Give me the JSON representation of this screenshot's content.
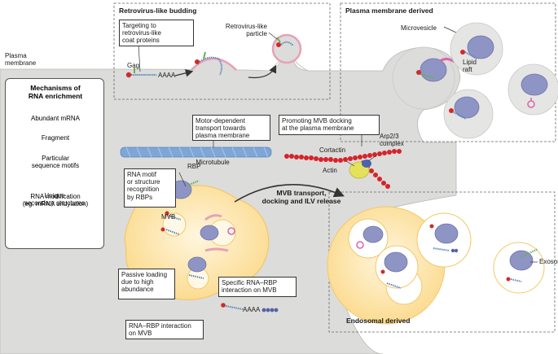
{
  "panels": {
    "retrovirus_budding": "Retrovirus-like budding",
    "plasma_membrane_derived": "Plasma membrane derived",
    "endosomal_derived": "Endosomal derived"
  },
  "labels": {
    "plasma_membrane": "Plasma\nmembrane",
    "targeting": "Targeting to\nretrovirus-like\ncoat proteins",
    "gag": "Gag",
    "retrovirus_particle": "Retrovirus-like\nparticle",
    "microvesicle": "Microvesicle",
    "lipid_raft": "Lipid\nraft",
    "motor_transport": "Motor-dependent\ntransport towards\nplasma membrane",
    "microtubule": "Microtubule",
    "promoting_docking": "Promoting MVB docking\nat the plasma membrane",
    "arp": "Arp2/3\ncomplex",
    "cortactin": "Cortactin",
    "actin": "Actin",
    "rbp": "RBP",
    "rna_motif": "RNA motif\nor structure\nrecognition\nby RBPs",
    "mvb": "MVB",
    "mvb_transport": "MVB transport,\ndocking and ILV release",
    "passive_loading": "Passive loading\ndue to high\nabundance",
    "specific_interaction": "Specific RNA–RBP\ninteraction on MVB",
    "rna_rbp_interaction": "RNA–RBP interaction\non MVB",
    "exosome": "Exosome",
    "aaaa": "AAAA"
  },
  "legend": {
    "title": "Mechanisms of\nRNA enrichment",
    "items": [
      "Abundant mRNA",
      "Fragment",
      "Particular\nsequence motifs",
      "Unique\nsecondary structures",
      "RNA modification\n(eg. mRNA uridylation)"
    ]
  },
  "colors": {
    "cell": "#dcdcdb",
    "membrane_pink": "#e8a0b8",
    "vesicle_bg": "#e5e5e4",
    "mvb_fill": "#fde8b8",
    "mvb_edge": "#f3c86a",
    "protein": "#8e95c4",
    "microtubule": "#7ea7d6",
    "actin": "#d6232a",
    "mrna_blue": "#5b87b8",
    "motif_green": "#6ab04c",
    "hairpin_pink": "#d866a8",
    "cap_red": "#d12a2a",
    "arrow": "#333333"
  }
}
